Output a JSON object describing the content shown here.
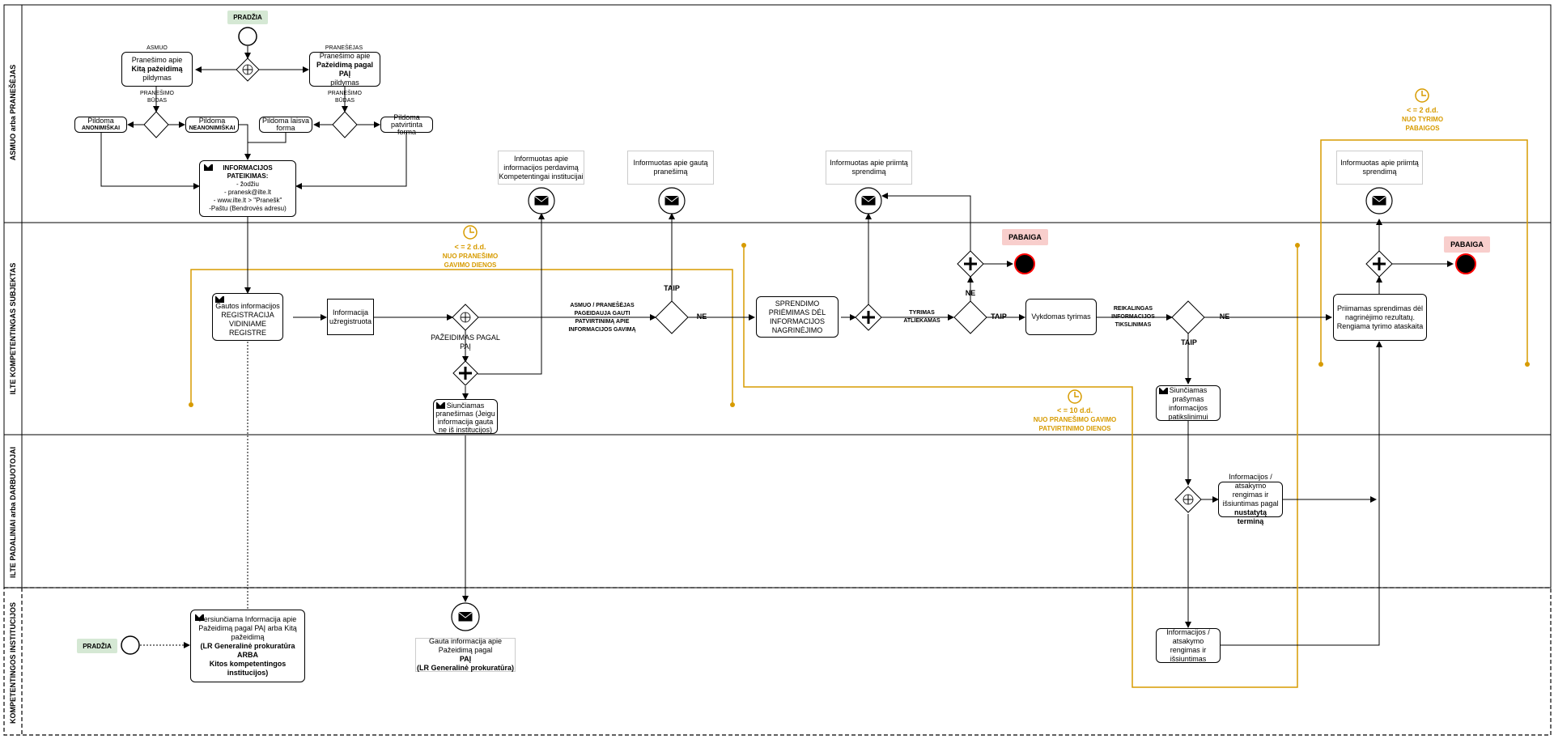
{
  "lanes": [
    "ASMUO arba PRANEŠĖJAS",
    "ILTE KOMPETENTINGAS SUBJEKTAS",
    "ILTE PADALINIAI arba DARBUOTOJAI",
    "KOMPETENTINGOS  INSTITUCIJOS"
  ],
  "tags": {
    "start_top": "PRADŽIA",
    "start_bottom": "PRADŽIA",
    "end_1": "PABAIGA",
    "end_2": "PABAIGA"
  },
  "lane1": {
    "asmuo_label": "ASMUO",
    "praneses_label": "PRANEŠĖJAS",
    "task_kita_pre": "Pranešimo apie",
    "task_kita_bold": "Kitą pažeidimą",
    "task_kita_post": "pildymas",
    "task_paj_pre": "Pranešimo apie",
    "task_paj_bold": "Pažeidimą pagal PAĮ",
    "task_paj_post": "pildymas",
    "budas_left": "PRANEŠIMO BŪDAS",
    "budas_right": "PRANEŠIMO BŪDAS",
    "anon_pre": "Pildoma",
    "anon_bold": "ANONIMIŠKAI",
    "neanon_pre": "Pildoma",
    "neanon_bold": "NEANONIMIŠKAI",
    "laisva": "Pildoma laisva forma",
    "patvirtinta": "Pildoma patvirtinta forma",
    "info_title": "INFORMACIJOS PATEIKIMAS:",
    "info_l1": "- žodžiu",
    "info_l2": "- pranesk@ilte.lt",
    "info_l3": "- www.ilte.lt > \"Pranešk\"",
    "info_l4": "-Paštu (Bendrovės adresu)",
    "note_perdavima": "Informuotas apie informacijos perdavimą Kompetentingai institucijai",
    "note_gauta": "Informuotas apie gautą pranešimą",
    "note_priimta_1": "Informuotas apie priimtą sprendimą",
    "note_priimta_2": "Informuotas apie priimtą sprendimą",
    "timer_top_1": "< = 2 d.d.",
    "timer_top_2": "NUO TYRIMO PABAIGOS"
  },
  "lane2": {
    "gautos": "Gautos informacijos REGISTRACIJA VIDINIAME REGISTRE",
    "uzregistruota": "Informacija užregistruota",
    "pazeidimas_pagal": "PAŽEIDIMAS PAGAL PAĮ",
    "siunciamas": "Siunčiamas pranešimas (Jeigu informacija gauta ne iš institucijos)",
    "asmuo_pageidauja": "ASMUO  / PRANEŠĖJAS PAGEIDAUJA GAUTI PATVIRTINIMĄ APIE INFORMACIJOS GAVIMĄ",
    "taip_1": "TAIP",
    "ne_1": "NE",
    "sprendimo": "SPRENDIMO PRIĖMIMAS DĖL INFORMACIJOS NAGRINĖJIMO",
    "tyrimas_atliekamas": "TYRIMAS ATLIEKAMAS",
    "ne_2": "NE",
    "taip_2": "TAIP",
    "vykdomas": "Vykdomas tyrimas",
    "reikalingas": "REIKALINGAS INFORMACIJOS TIKSLINIMAS",
    "ne_3": "NE",
    "taip_3": "TAIP",
    "priimamas": "Priimamas sprendimas dėl nagrinėjimo rezultatų. Rengiama tyrimo ataskaita",
    "siunciamas_prasymas": "Siunčiamas prašymas informacijos patikslinimui",
    "timer_a_1": "< = 2 d.d.",
    "timer_a_2": "NUO PRANEŠIMO GAVIMO DIENOS",
    "timer_b_1": "< = 10 d.d.",
    "timer_b_2": "NUO PRANEŠIMO GAVIMO PATVIRTINIMO DIENOS"
  },
  "lane3": {
    "rengimas_pre": "Informacijos / atsakymo rengimas ir išsiuntimas pagal",
    "rengimas_bold": "nustatytą terminą"
  },
  "lane4": {
    "persiunciama_pre": "Persiunčiama Informacija apie Pažeidimą pagal PAĮ arba Kitą pažeidimą",
    "persiunciama_b1": "(LR Generalinė prokuratūra",
    "persiunciama_b2": "ARBA",
    "persiunciama_b3": "Kitos kompetentingos institucijos)",
    "gauta_pre": "Gauta informacija apie Pažeidimą pagal",
    "gauta_bold1": "PAĮ",
    "gauta_bold2": "(LR Generalinė prokuratūra)",
    "rengimas2": "Informacijos / atsakymo rengimas ir išsiuntimas"
  },
  "colors": {
    "timer": "#d79b00",
    "start_tag": "#d5e8d4",
    "end_tag": "#f8cecc",
    "end_ring": "#ff0000"
  }
}
